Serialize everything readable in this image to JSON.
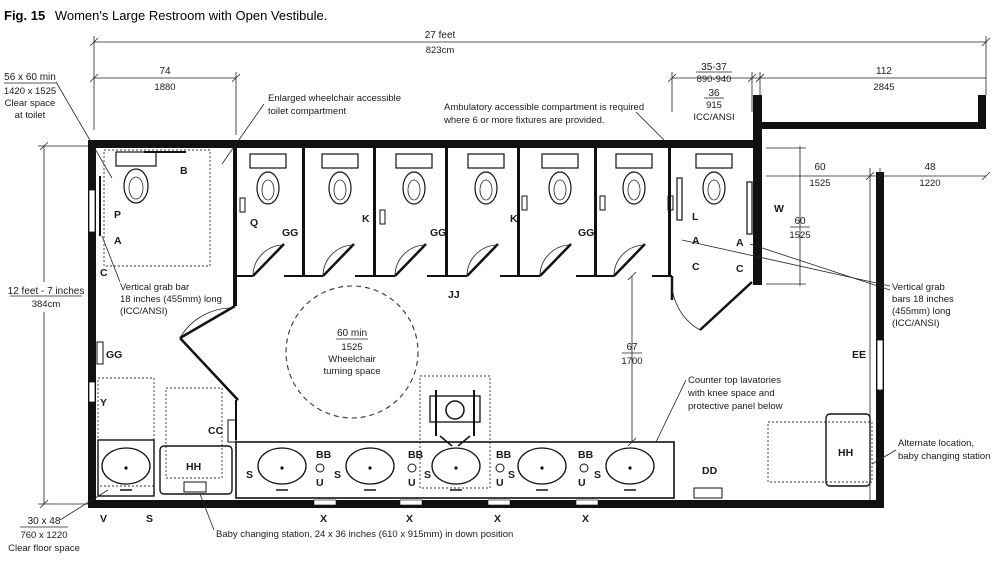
{
  "figure": {
    "number": "Fig. 15",
    "title": "Women's Large Restroom with Open Vestibule."
  },
  "dimensions": {
    "overall_width": "27 feet",
    "overall_width_metric": "823cm",
    "left_stall_width": "74",
    "left_stall_width_metric": "1880",
    "amb_stall_width_range": "35-37",
    "amb_stall_width_range_metric": "890-940",
    "amb_stall_width": "36",
    "amb_stall_width_metric": "915",
    "amb_stall_width_std": "ICC/ANSI",
    "vestibule_width": "112",
    "vestibule_width_metric": "2845",
    "clear_space_toilet": "56 x 60 min",
    "clear_space_toilet_metric": "1420 x 1525",
    "clear_space_toilet_line1": "Clear space",
    "clear_space_toilet_line2": "at toilet",
    "room_depth": "12 feet - 7 inches",
    "room_depth_metric": "384cm",
    "clear_floor": "30 x 48",
    "clear_floor_metric": "760 x 1220",
    "clear_floor_label": "Clear floor space",
    "vest_60": "60",
    "vest_60_metric": "1525",
    "vest_48": "48",
    "vest_48_metric": "1220",
    "vest_60_vert": "60",
    "vest_60_vert_metric": "1525",
    "aisle_depth": "67",
    "aisle_depth_metric": "1700",
    "turning_min": "60 min",
    "turning_metric": "1525",
    "turning_line1": "Wheelchair",
    "turning_line2": "turning space"
  },
  "notes": {
    "enlarged_line1": "Enlarged wheelchair accessible",
    "enlarged_line2": "toilet compartment",
    "ambulatory_line1": "Ambulatory accessible compartment is required",
    "ambulatory_line2": "where 6 or more fixtures are provided.",
    "grab_left_line1": "Vertical grab bar",
    "grab_left_line2": "18 inches (455mm) long",
    "grab_left_line3": "(ICC/ANSI)",
    "grab_right_line1": "Vertical grab",
    "grab_right_line2": "bars 18 inches",
    "grab_right_line3": "(455mm) long",
    "grab_right_line4": "(ICC/ANSI)",
    "counter_line1": "Counter top lavatories",
    "counter_line2": "with knee space and",
    "counter_line3": "protective panel below",
    "alt_line1": "Alternate location,",
    "alt_line2": "baby changing station",
    "baby_station": "Baby changing station, 24 x 36 inches (610 x 915mm) in down position"
  },
  "codes": {
    "B": "B",
    "P": "P",
    "A": "A",
    "C": "C",
    "Q": "Q",
    "GG": "GG",
    "K": "K",
    "JJ": "JJ",
    "L": "L",
    "W": "W",
    "EE": "EE",
    "Y": "Y",
    "CC": "CC",
    "HH": "HH",
    "BB": "BB",
    "U": "U",
    "S": "S",
    "DD": "DD",
    "V": "V",
    "X": "X"
  }
}
